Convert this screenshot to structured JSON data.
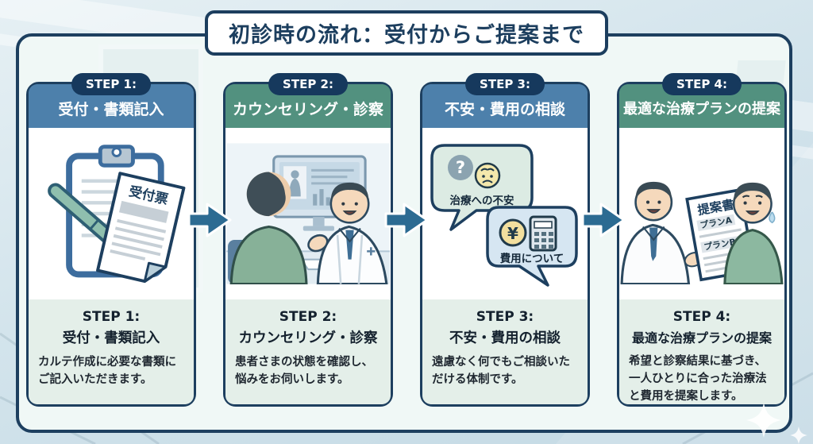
{
  "title": "初診時の流れ：受付からご提案まで",
  "steps": [
    {
      "badge": "STEP 1:",
      "heading": "受付・書類記入",
      "description": "カルテ作成に必要な書類にご記入いただきます。",
      "header_color": "#4d80ab",
      "illustration": "clipboard-and-reception-form",
      "labels": {
        "paper_title": "受付票"
      }
    },
    {
      "badge": "STEP 2:",
      "heading": "カウンセリング・診察",
      "description": "患者さまの状態を確認し、悩みをお伺いします。",
      "header_color": "#52917f",
      "illustration": "doctor-patient-counseling"
    },
    {
      "badge": "STEP 3:",
      "heading": "不安・費用の相談",
      "description": "遠慮なく何でもご相談いただける体制です。",
      "header_color": "#4d80ab",
      "illustration": "concern-speech-bubbles",
      "labels": {
        "bubble_concern": "治療への不安",
        "bubble_cost": "費用について",
        "question_mark": "?",
        "yen_mark": "¥"
      }
    },
    {
      "badge": "STEP 4:",
      "heading": "最適な治療プランの提案",
      "description": "希望と診察結果に基づき、一人ひとりに合った治療法と費用を提案します。",
      "header_color": "#52917f",
      "illustration": "treatment-plan-proposal",
      "labels": {
        "doc_title": "提案書",
        "plan_a": "プランA",
        "plan_b": "プランB"
      }
    }
  ],
  "colors": {
    "outline_navy": "#1d3f5f",
    "badge_navy": "#16395d",
    "header_blue": "#4d80ab",
    "header_green": "#52917f",
    "arrow_blue": "#2c6b92",
    "panel_bg": "#f0f8f6",
    "text_area_bg": "#e4efe9",
    "page_bg": "#cfe2ea",
    "title_text": "#1c3e5e"
  }
}
